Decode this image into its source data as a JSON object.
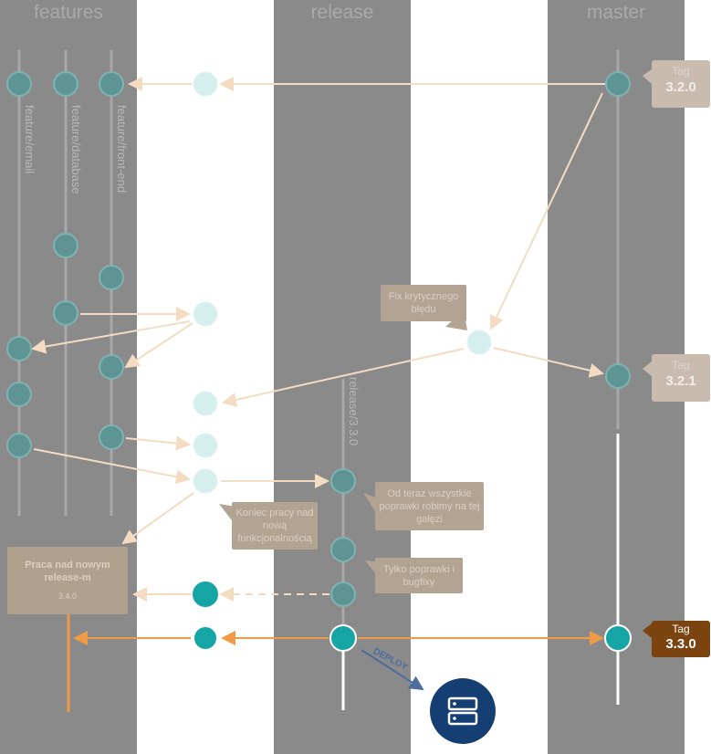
{
  "columns": {
    "features": "features",
    "release": "release",
    "master": "master"
  },
  "branches": {
    "email": "feature/email",
    "database": "feature/database",
    "frontend": "feature/front-end",
    "release": "release/3.3.0"
  },
  "tags": {
    "t320": {
      "label": "Tag",
      "version": "3.2.0"
    },
    "t321": {
      "label": "Tag",
      "version": "3.2.1"
    },
    "t330": {
      "label": "Tag",
      "version": "3.3.0"
    }
  },
  "notes": {
    "hotfix": "Fix krytycznego błędu",
    "from_now": "Od teraz wszystkie poprawki robimy na tej gałęzi",
    "only_fixes": "Tylko poprawki i bugfixy",
    "end_work": "Koniec pracy nad nową funkcjonalnością",
    "next_release": "Praca nad nowym release-m",
    "next_release_version": "3.4.0"
  },
  "deploy_label": "DEPLOY",
  "colors": {
    "column_dark": "#8a8a8a",
    "commit_active": "#16a5a5",
    "commit_faded": "#5e9594",
    "arrow_active": "#ef9a45",
    "arrow_faded": "#f4dcc2",
    "tag_active": "#7a4310",
    "server": "#153e73"
  },
  "icons": [
    "server-icon",
    "deploy-arrow-icon"
  ]
}
